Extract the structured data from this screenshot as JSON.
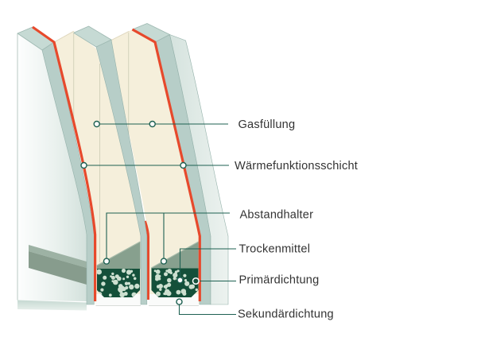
{
  "diagram": {
    "type": "insulated-glazing-cross-section",
    "callouts": [
      {
        "id": "gasfuellung",
        "label": "Gasfüllung"
      },
      {
        "id": "waermefunktionsschicht",
        "label": "Wärmefunktionsschicht"
      },
      {
        "id": "abstandhalter",
        "label": "Abstandhalter"
      },
      {
        "id": "trockenmittel",
        "label": "Trockenmittel"
      },
      {
        "id": "primaerdichtung",
        "label": "Primärdichtung"
      },
      {
        "id": "sekundaerdichtung",
        "label": "Sekundärdichtung"
      }
    ],
    "colors": {
      "coating_red": "#e7492c",
      "glass_teal": "#b7cec8",
      "gas_cream": "#f5efdb",
      "spacer_green": "#87a08e",
      "desiccant_box_green": "#14503a",
      "desiccant_dots": "#cde0d0",
      "callout_line_green": "#1e6152",
      "label_text": "#333333",
      "background": "#ffffff"
    }
  }
}
